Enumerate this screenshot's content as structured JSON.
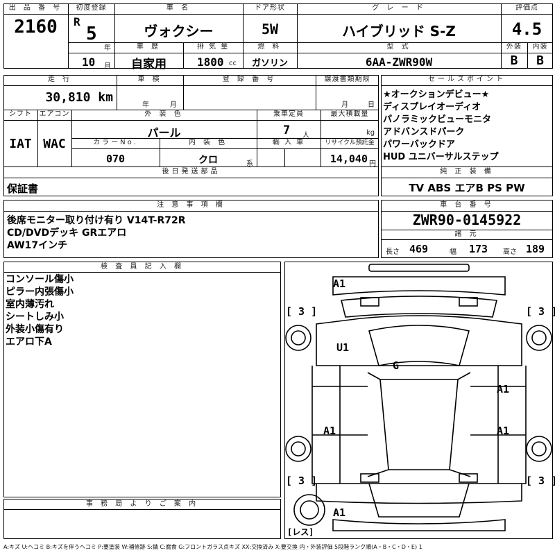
{
  "header": {
    "lot_number_label": "出 品 番 号",
    "lot_number": "2160",
    "first_reg_label": "初度登録",
    "era_mark": "R",
    "year": "5",
    "year_unit": "年",
    "month": "10",
    "month_unit": "月",
    "car_name_label": "車 名",
    "car_name": "ヴォクシー",
    "door_label": "ドア形状",
    "door": "5W",
    "grade_label": "グ レ ー ド",
    "grade": "ハイブリッド S-Z",
    "score_label": "評価点",
    "score": "4.5",
    "history_label": "車 歴",
    "history": "自家用",
    "displacement_label": "排 気 量",
    "displacement": "1800",
    "displacement_unit": "cc",
    "fuel_label": "燃 料",
    "fuel": "ガソリン",
    "model_label": "型 式",
    "model": "6AA-ZWR90W",
    "exterior_label": "外装",
    "exterior": "B",
    "interior_label": "内装",
    "interior": "B"
  },
  "row2": {
    "mileage_label": "走 行",
    "mileage": "30,810 km",
    "inspection_label": "車 検",
    "inspection_year_unit": "年",
    "inspection_month_unit": "月",
    "plate_label": "登 録 番 号",
    "transfer_label": "譲渡書類期限",
    "transfer_month_unit": "月",
    "transfer_day_unit": "日",
    "shift_label": "シフト",
    "shift": "IAT",
    "ac_label": "エアコン",
    "ac": "WAC",
    "color_label": "外 装 色",
    "color": "パール",
    "capacity_label": "乗車定員",
    "capacity": "7",
    "capacity_unit": "人",
    "load_label": "最大積載量",
    "load_unit": "kg",
    "color_no_label": "カラーNo.",
    "color_no": "070",
    "int_color_label": "内 装 色",
    "int_color": "クロ",
    "int_color_unit": "系",
    "import_label": "輸 入 車",
    "recycle_label": "リサイクル預託金",
    "recycle": "14,040",
    "recycle_unit": "円",
    "later_parts_label": "後日発送部品",
    "later_parts": "保証書"
  },
  "sales_points": {
    "label": "セールスポイント",
    "items": [
      "★オークションデビュー★",
      "ディスプレイオーディオ",
      "パノラミックビューモニタ",
      "アドバンスドパーク",
      "パワーバックドア",
      "HUD ユニバーサルステップ"
    ]
  },
  "equipment": {
    "label": "純 正 装 備",
    "value": "TV ABS エアB PS PW"
  },
  "caution": {
    "label": "注 意 事 項 欄",
    "lines": [
      "後席モニター取り付け有り V14T-R72R",
      "CD/DVDデッキ GRエアロ",
      "AW17インチ"
    ]
  },
  "chassis": {
    "label": "車 台 番 号",
    "value": "ZWR90-0145922",
    "dims_label": "諸 元",
    "length_label": "長さ",
    "length": "469",
    "width_label": "幅",
    "width": "173",
    "height_label": "高さ",
    "height": "189"
  },
  "inspector": {
    "label": "検 査 員 記 入 欄",
    "lines": [
      "コンソール傷小",
      "ピラー内張傷小",
      "室内薄汚れ",
      "シートしみ小",
      "外装小傷有り",
      "エアロ下A"
    ]
  },
  "office": {
    "label": "事 務 局 よ り ご 案 内"
  },
  "diagram": {
    "marks": {
      "a1_top": "A1",
      "u1": "U1",
      "g": "G",
      "a1_right_upper": "A1",
      "a1_left_lower": "A1",
      "a1_right_lower": "A1",
      "a1_bottom": "A1",
      "tl3": "[ 3 ]",
      "tr3": "[ 3 ]",
      "bl3": "[ 3 ]",
      "br3": "[ 3 ]",
      "spare": "[レス]"
    }
  },
  "legend": "A:キズ U:ヘコミ B:キズを伴うヘコミ P:要塗装 W:補修跡 S:錆 C:腐食 G:フロントガラス点キズ XX:交換済み X:要交換 内・外装評価 5段階ランク順(A・B・C・D・E) 1"
}
